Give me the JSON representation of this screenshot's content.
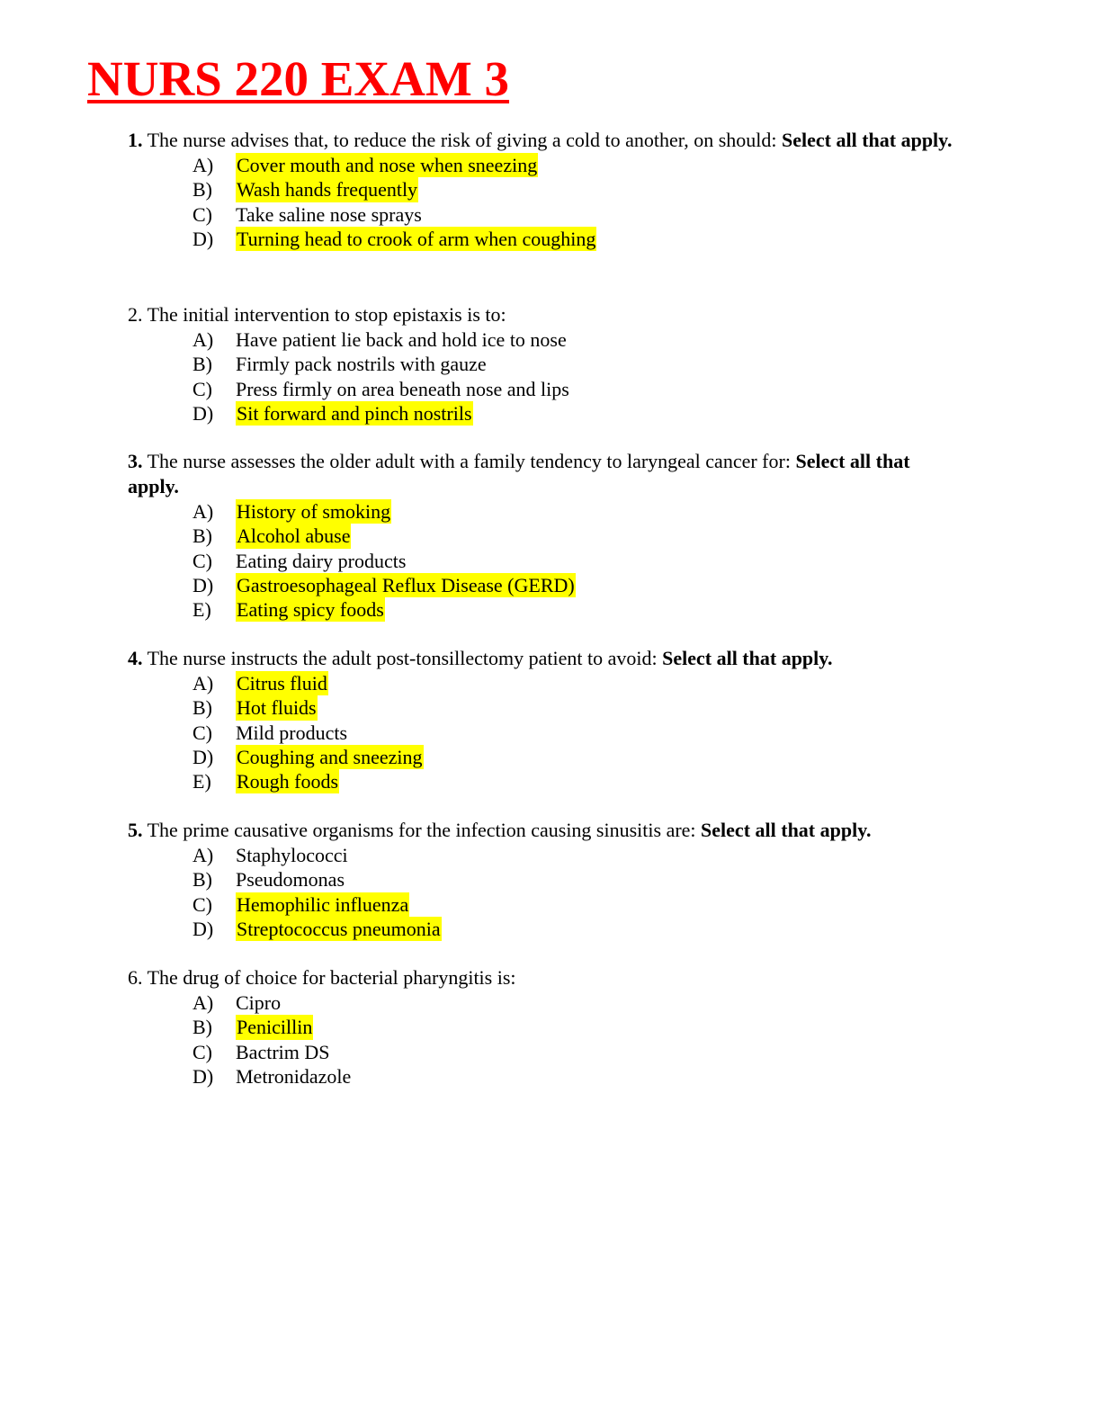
{
  "title": "NURS 220 EXAM 3",
  "colors": {
    "title": "#ff0000",
    "highlight": "#ffff00"
  },
  "questions": [
    {
      "number": "1.",
      "stem": " The nurse advises that, to reduce the risk of giving a cold to another, on should: ",
      "suffix": "Select all that apply.",
      "options": [
        {
          "letter": "A)",
          "text": "Cover mouth and nose when sneezing",
          "highlighted": true
        },
        {
          "letter": "B)",
          "text": "Wash hands frequently",
          "highlighted": true
        },
        {
          "letter": "C)",
          "text": "Take saline nose sprays",
          "highlighted": false
        },
        {
          "letter": "D)",
          "text": "Turning head to crook of arm when coughing",
          "highlighted": true
        }
      ]
    },
    {
      "number": "2.",
      "stem": " The initial intervention to stop epistaxis is to:",
      "suffix": "",
      "options": [
        {
          "letter": "A)",
          "text": "Have patient lie back and hold ice to nose",
          "highlighted": false
        },
        {
          "letter": "B)",
          "text": "Firmly pack nostrils with gauze",
          "highlighted": false
        },
        {
          "letter": "C)",
          "text": "Press firmly on area beneath nose and lips",
          "highlighted": false
        },
        {
          "letter": "D)",
          "text": "Sit forward and pinch nostrils",
          "highlighted": true
        }
      ]
    },
    {
      "number": "3.",
      "stem": " The nurse assesses the older adult with a family tendency to laryngeal cancer for: ",
      "suffix": "Select all that apply.",
      "options": [
        {
          "letter": "A)",
          "text": "History of smoking",
          "highlighted": true
        },
        {
          "letter": "B)",
          "text": "Alcohol abuse",
          "highlighted": true
        },
        {
          "letter": "C)",
          "text": "Eating dairy products",
          "highlighted": false
        },
        {
          "letter": "D)",
          "text": "Gastroesophageal Reflux Disease (GERD)",
          "highlighted": true
        },
        {
          "letter": "E)",
          "text": "Eating spicy foods",
          "highlighted": true
        }
      ]
    },
    {
      "number": "4.",
      "stem": " The nurse instructs the adult post-tonsillectomy patient to avoid: ",
      "suffix": "Select all that apply.",
      "options": [
        {
          "letter": "A)",
          "text": "Citrus fluid",
          "highlighted": true
        },
        {
          "letter": "B)",
          "text": "Hot fluids",
          "highlighted": true
        },
        {
          "letter": "C)",
          "text": "Mild products",
          "highlighted": false
        },
        {
          "letter": "D)",
          "text": "Coughing and sneezing",
          "highlighted": true
        },
        {
          "letter": "E)",
          "text": "Rough foods",
          "highlighted": true
        }
      ]
    },
    {
      "number": "5.",
      "stem": " The prime causative organisms for the infection causing sinusitis are: ",
      "suffix": "Select all that apply.",
      "options": [
        {
          "letter": "A)",
          "text": "Staphylococci",
          "highlighted": false
        },
        {
          "letter": "B)",
          "text": "Pseudomonas",
          "highlighted": false
        },
        {
          "letter": "C)",
          "text": "Hemophilic influenza",
          "highlighted": true
        },
        {
          "letter": "D)",
          "text": "Streptococcus pneumonia",
          "highlighted": true
        }
      ]
    },
    {
      "number": "6.",
      "stem": " The drug of choice for bacterial pharyngitis is:",
      "suffix": "",
      "options": [
        {
          "letter": "A)",
          "text": "Cipro",
          "highlighted": false
        },
        {
          "letter": "B)",
          "text": "Penicillin",
          "highlighted": true
        },
        {
          "letter": "C)",
          "text": "Bactrim DS",
          "highlighted": false
        },
        {
          "letter": "D)",
          "text": "Metronidazole",
          "highlighted": false
        }
      ]
    }
  ]
}
